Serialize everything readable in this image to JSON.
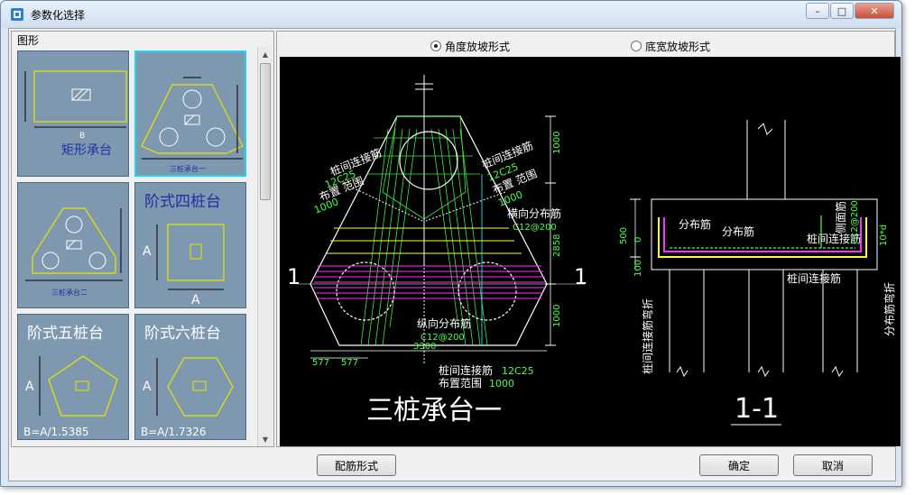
{
  "window": {
    "title": "参数化选择"
  },
  "left": {
    "group_label": "图形",
    "thumbnails": [
      {
        "label": "矩形承台",
        "dim_b": "B"
      },
      {
        "label": "三桩承台一"
      },
      {
        "label": "三桩承台二"
      },
      {
        "label": "阶式四桩台",
        "dim_a1": "A",
        "dim_a2": "A"
      },
      {
        "label": "阶式五桩台",
        "dim_a": "A",
        "formula": "B=A/1.5385"
      },
      {
        "label": "阶式六桩台",
        "dim_a": "A",
        "formula": "B=A/1.7326"
      }
    ]
  },
  "options": {
    "angle_slope": "角度放坡形式",
    "bottom_width_slope": "底宽放坡形式",
    "selected": "angle_slope"
  },
  "drawing": {
    "plan_title": "三桩承台一",
    "section_title": "1-1",
    "section_mark": "1",
    "labels": {
      "left_rebar": "桩间连接筋",
      "left_rebar_spec": "12C25",
      "left_range": "布置 范围",
      "left_range_val": "1000",
      "right_rebar": "桩间连接筋",
      "right_rebar_spec": "12C25",
      "right_range": "布置 范围",
      "right_range_val": "1000",
      "horiz_dist": "横向分布筋",
      "horiz_dist_spec": "C12@200",
      "vert_dist": "纵向分布筋",
      "vert_dist_spec": "C12@200",
      "bottom_rebar": "桩间连接筋",
      "bottom_rebar_spec": "12C25",
      "bottom_range": "布置范围",
      "bottom_range_val": "1000",
      "dim_1000_top": "1000",
      "dim_2858": "2858",
      "dim_1000_bottom": "1000",
      "dim_3300": "3300",
      "dim_577_a": "577",
      "dim_577_b": "577"
    },
    "section_labels": {
      "dist_1": "分布筋",
      "dist_2": "分布筋",
      "side_rebar": "侧面筋",
      "side_spec": "C12@200",
      "pile_rebar": "桩间连接筋",
      "pile_rebar_bottom": "桩间连接筋",
      "left_bent": "桩间连接筋弯折",
      "right_bent": "分布筋弯折",
      "dim_500": "500",
      "dim_0": "0",
      "dim_100": "100",
      "dim_10d": "10*d"
    }
  },
  "buttons": {
    "rebar_form": "配筋形式",
    "ok": "确定",
    "cancel": "取消"
  }
}
